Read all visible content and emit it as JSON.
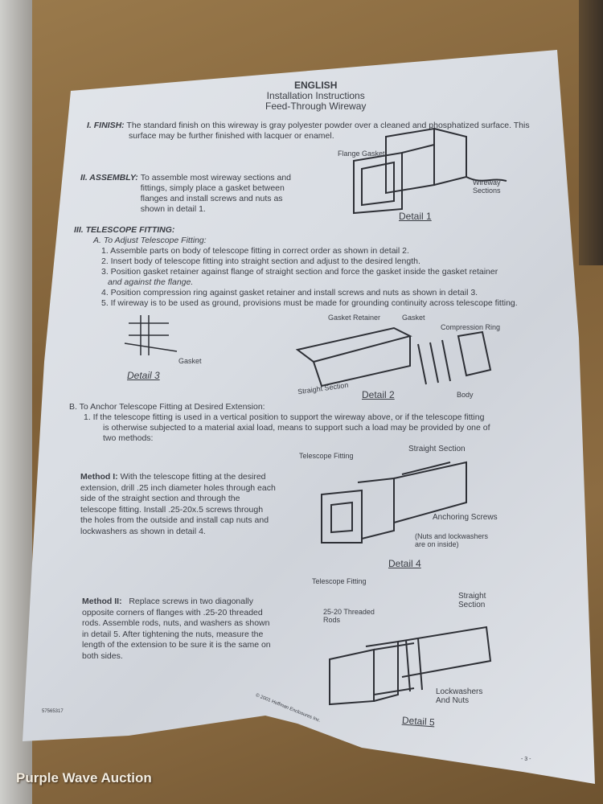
{
  "header": {
    "lang": "ENGLISH",
    "title1": "Installation Instructions",
    "title2": "Feed-Through Wireway"
  },
  "finish": {
    "heading": "I. FINISH:",
    "line1": "The standard finish on this wireway is gray polyester powder over a cleaned and phosphatized surface.  This",
    "line2": "surface may be further finished with lacquer or enamel."
  },
  "assembly": {
    "heading": "II. ASSEMBLY:",
    "lines": [
      "To assemble most wireway sections and",
      "fittings, simply place a gasket between",
      "flanges and install screws and nuts as",
      "shown in detail 1."
    ]
  },
  "telescope": {
    "heading": "III. TELESCOPE FITTING:",
    "sub_a": "A.  To Adjust Telescope Fitting:",
    "steps": [
      "1.   Assemble parts on body of telescope fitting in correct order as shown in detail 2.",
      "2.   Insert body of telescope fitting into straight section and adjust to the desired length.",
      "3.   Position gasket retainer against flange of straight section and force the gasket inside the gasket retainer",
      "and against the flange.",
      "4.   Position compression ring against gasket retainer and install screws and nuts as shown in detail 3.",
      "5.   If wireway is to be used as ground, provisions must be made for grounding continuity across telescope fitting."
    ],
    "sub_b": "B.  To Anchor Telescope Fitting at Desired Extension:",
    "b_lines": [
      "1.    If the telescope fitting is used in a vertical position to support the wireway above, or if the telescope fitting",
      "is otherwise subjected to a material axial load, means to support such a load may be provided by one of",
      "two methods:"
    ]
  },
  "method1": {
    "heading": "Method I:",
    "lines": [
      "With the telescope fitting at the desired",
      "extension, drill .25 inch diameter holes through each",
      "side of the straight section and through the",
      "telescope fitting.  Install .25-20x.5 screws through",
      "the holes from the outside and install cap nuts and",
      "lockwashers as shown in detail 4."
    ]
  },
  "method2": {
    "heading": "Method II:",
    "lines": [
      "Replace screws in two diagonally",
      "opposite corners of flanges with .25-20 threaded",
      "rods.  Assemble rods, nuts, and washers as shown",
      "in detail 5.  After tightening the nuts, measure the",
      "length of the extension to be sure it is the same on",
      "both sides."
    ]
  },
  "details": {
    "d1": {
      "caption": "Detail 1",
      "flange_gasket": "Flange Gasket",
      "wireway_sections": [
        "Wireway",
        "Sections"
      ]
    },
    "d2": {
      "caption": "Detail 2",
      "gasket_retainer": "Gasket Retainer",
      "gasket": "Gasket",
      "compression_ring": "Compression Ring",
      "straight_section": "Straight Section",
      "body": "Body"
    },
    "d3": {
      "caption": "Detail 3",
      "gasket": "Gasket"
    },
    "d4": {
      "caption": "Detail 4",
      "straight_section": "Straight Section",
      "telescope_fitting": "Telescope Fitting",
      "anchoring_screws": "Anchoring Screws",
      "note": [
        "(Nuts and lockwashers",
        "are on inside)"
      ]
    },
    "d5": {
      "caption": "Detail 5",
      "telescope_fitting": "Telescope Fitting",
      "straight_section": [
        "Straight",
        "Section"
      ],
      "rods": [
        "25-20 Threaded",
        "Rods"
      ],
      "lockwashers": [
        "Lockwashers",
        "And Nuts"
      ]
    }
  },
  "footer": {
    "part_no": "57565317",
    "copyright": "© 2001 Hoffman Enclosures Inc.",
    "page": "- 3 -"
  },
  "watermark": "Purple Wave Auction"
}
